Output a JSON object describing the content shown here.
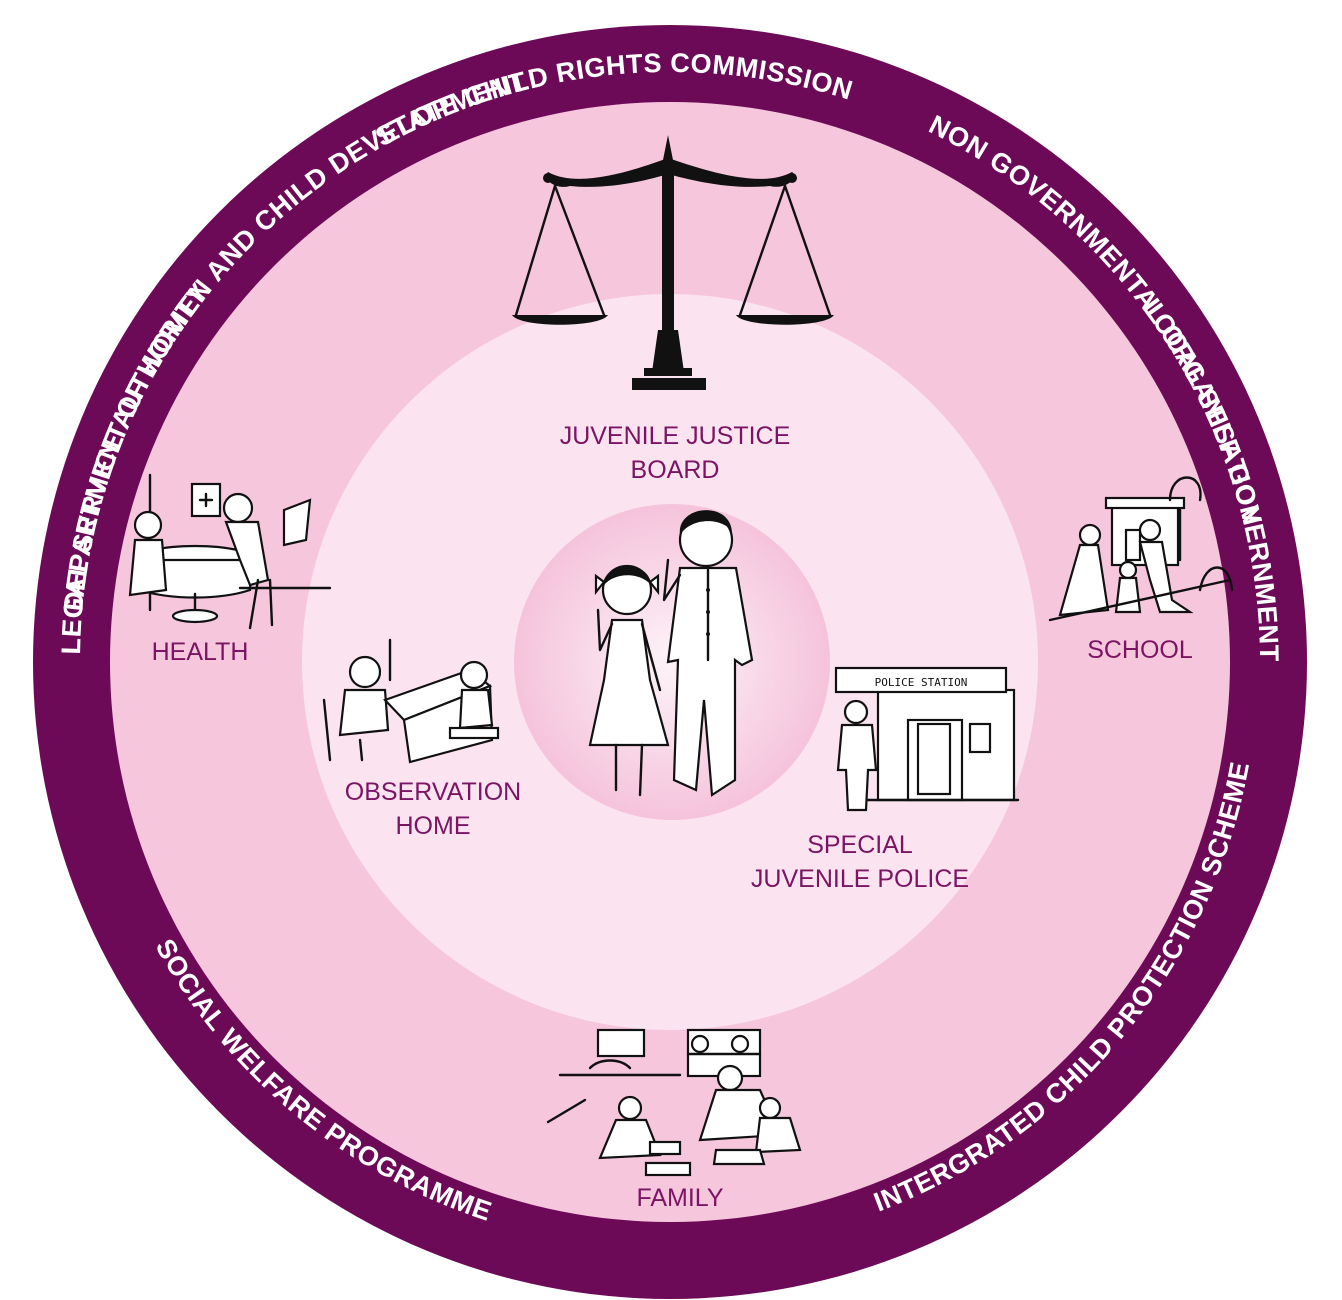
{
  "colors": {
    "outer_ring": "#6d0a57",
    "middle_band": "#f6c6dd",
    "inner_circle": "#fbe4ef",
    "center_circle": "#f8d2e4",
    "label_text": "#7a1463",
    "ring_text": "#ffffff"
  },
  "outer_ring": {
    "state_commission": "STATE CHILD RIGHTS COMMISSION",
    "ngo": "NON GOVERNMENTAL ORGANISATION",
    "local_self_gov": "LOCAL SELF GOVERNMENT",
    "icps": "INTERGRATED CHILD PROTECTION SCHEME",
    "social_welfare": "SOCIAL WELFARE PROGRAMME",
    "legal_service": "LEGAL SERVICE AUTHORITY",
    "women_child_dev": "DEPARTMENT OF WOMEN AND CHILD DEVELOPMENT"
  },
  "labels": {
    "jjb_line1": "JUVENILE JUSTICE",
    "jjb_line2": "BOARD",
    "health": "HEALTH",
    "school": "SCHOOL",
    "observation_line1": "OBSERVATION",
    "observation_line2": "HOME",
    "sjp_line1": "SPECIAL",
    "sjp_line2": "JUVENILE POLICE",
    "family": "FAMILY",
    "police_station_sign": "POLICE  STATION"
  },
  "icons": {
    "justice": "scales-of-justice-icon",
    "health": "doctor-consultation-illustration",
    "school": "school-building-illustration",
    "observation": "counselling-table-illustration",
    "police": "police-station-illustration",
    "family": "family-kitchen-illustration",
    "children": "two-children-illustration"
  }
}
